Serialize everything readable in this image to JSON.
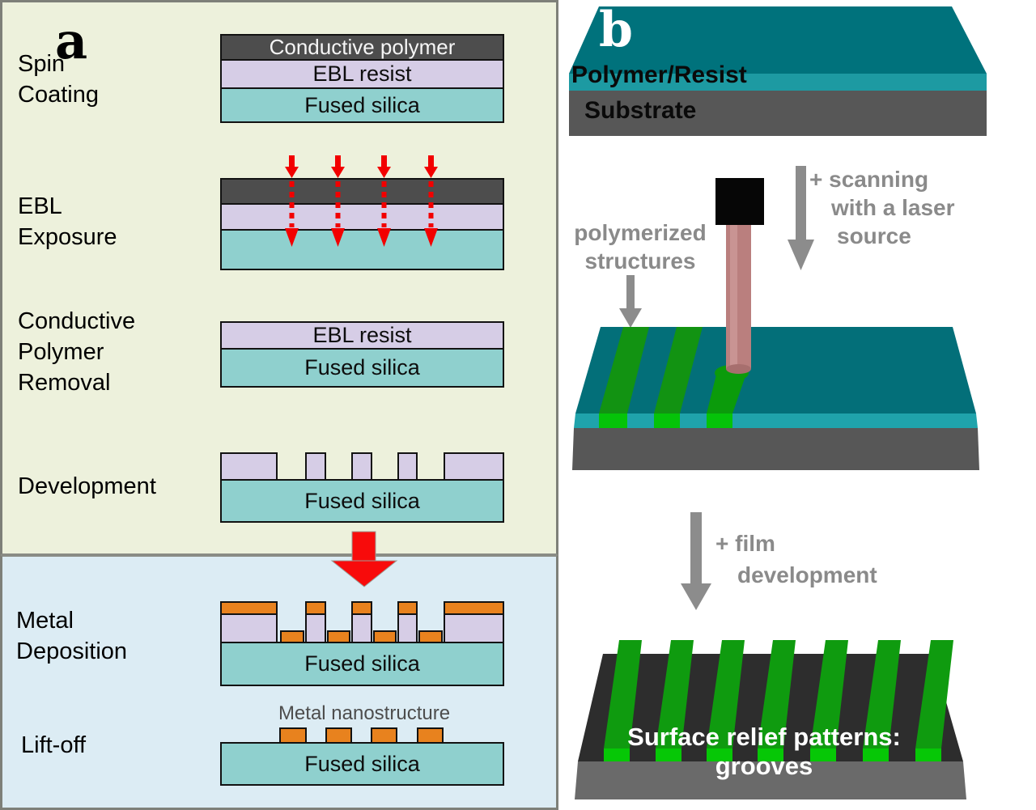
{
  "panel_a": {
    "label": "a",
    "steps": {
      "spin_coating": {
        "line1": "Spin",
        "line2": "Coating"
      },
      "ebl_exposure": {
        "line1": "EBL",
        "line2": "Exposure"
      },
      "conductive_polymer_removal": {
        "line1": "Conductive",
        "line2": "Polymer",
        "line3": "Removal"
      },
      "development": {
        "label": "Development"
      },
      "metal_deposition": {
        "line1": "Metal",
        "line2": "Deposition"
      },
      "lift_off": {
        "label": "Lift-off"
      }
    },
    "layer_labels": {
      "conductive_polymer": "Conductive polymer",
      "ebl_resist": "EBL resist",
      "fused_silica": "Fused silica",
      "metal_nanostructure": "Metal nanostructure"
    }
  },
  "panel_b": {
    "label": "b",
    "slab_labels": {
      "polymer_resist": "Polymer/Resist",
      "substrate": "Substrate"
    },
    "annotations": {
      "scanning_line1": "+ scanning",
      "scanning_line2": "with a laser",
      "scanning_line3": "source",
      "polymerized_line1": "polymerized",
      "polymerized_line2": "structures",
      "film_line1": "+ film",
      "film_line2": "development",
      "surface_relief": "Surface relief patterns: grooves"
    }
  },
  "colors": {
    "panel_a_bg_top": "#edf1dc",
    "panel_a_bg_bottom": "#dcecf4",
    "panel_border_gray": "#7e8079",
    "dark_layer": "#4d4d4d",
    "ebl_resist_lavender": "#d6cde6",
    "fused_silica_teal": "#8fd0ce",
    "metal_orange": "#e8821e",
    "arrow_red": "#f20000",
    "slab_teal_top": "#00727c",
    "slab_teal_front": "#1d9aa2",
    "substrate_gray": "#575757",
    "stripe_green_top": "#0f9b0f",
    "stripe_green_front": "#06c706",
    "laser_pink": "#ba7f7e",
    "annotation_gray": "#8a8a8a",
    "bottom_slab_top": "#2d2d2d",
    "bottom_slab_front": "#6a6a6a"
  }
}
